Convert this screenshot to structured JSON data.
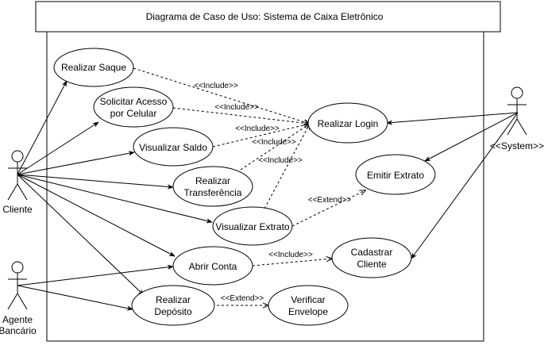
{
  "title": "Diagrama de Caso de Uso: Sistema de Caixa Eletrônico",
  "actors": {
    "cliente": "Cliente",
    "agente_line1": "Agente",
    "agente_line2": "Bancário",
    "system": "<<System>>"
  },
  "use_cases": {
    "realizar_saque": [
      "Realizar Saque"
    ],
    "solicitar_acesso": [
      "Solicitar Acesso",
      "por Celular"
    ],
    "visualizar_saldo": [
      "Visualizar Saldo"
    ],
    "realizar_transferencia": [
      "Realizar",
      "Transferência"
    ],
    "visualizar_extrato": [
      "Visualizar Extrato"
    ],
    "abrir_conta": [
      "Abrir Conta"
    ],
    "realizar_deposito": [
      "Realizar",
      "Depósito"
    ],
    "realizar_login": [
      "Realizar Login"
    ],
    "emitir_extrato": [
      "Emitir Extrato"
    ],
    "cadastrar_cliente": [
      "Cadastrar",
      "Cliente"
    ],
    "verificar_envelope": [
      "Verificar",
      "Envelope"
    ]
  },
  "relations": {
    "include": "<<Include>>",
    "extend": "<<Extend>>"
  }
}
